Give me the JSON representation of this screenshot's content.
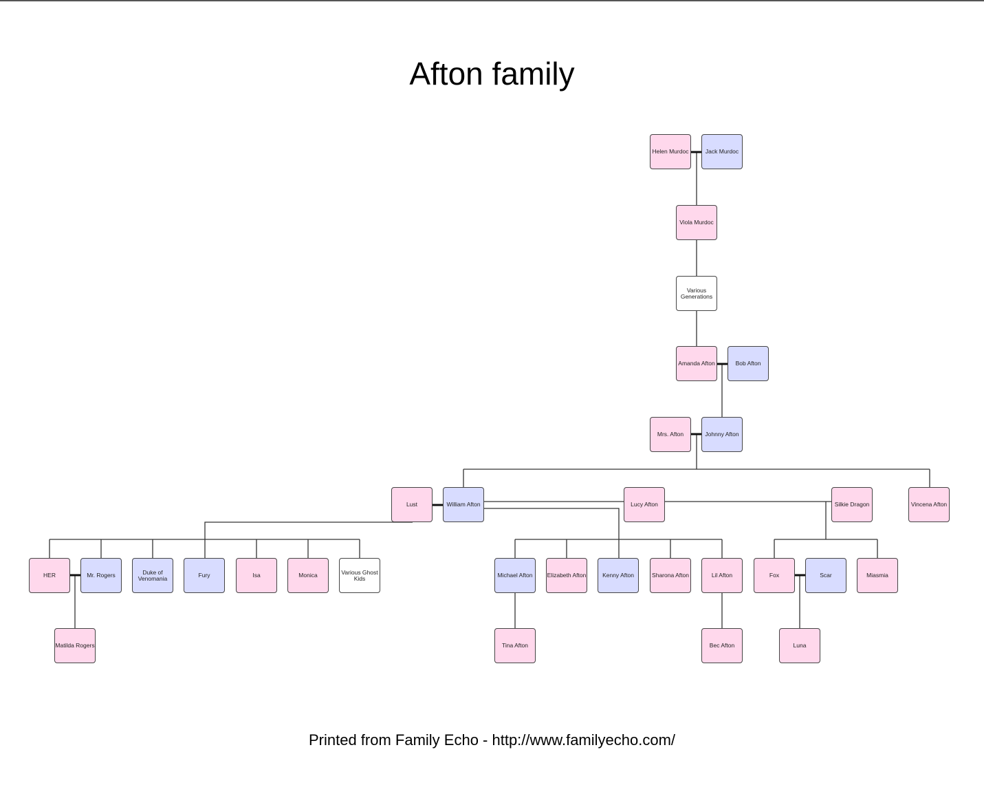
{
  "title": "Afton family",
  "footer": "Printed from Family Echo - http://www.familyecho.com/",
  "colors": {
    "female": "#ffd8ec",
    "male": "#d8dcff",
    "unknown": "#ffffff"
  },
  "people": {
    "helen": "Helen Murdoc",
    "jack": "Jack Murdoc",
    "viola": "Viola Murdoc",
    "various_gen": "Various Generations",
    "amanda": "Amanda Afton",
    "bob": "Bob Afton",
    "mrs_afton": "Mrs. Afton",
    "johnny": "Johnny Afton",
    "lust": "Lust",
    "william": "William Afton",
    "lucy": "Lucy Afton",
    "silkie": "Silkie Dragon",
    "vincena": "Vincena Afton",
    "her": "HER",
    "mr_rogers": "Mr. Rogers",
    "duke": "Duke of Venomania",
    "fury": "Fury",
    "isa": "Isa",
    "monica": "Monica",
    "ghost_kids": "Various Ghost Kids",
    "michael": "Michael Afton",
    "elizabeth": "Elizabeth Afton",
    "kenny": "Kenny Afton",
    "sharona": "Sharona Afton",
    "lil": "Lil Afton",
    "fox": "Fox",
    "scar": "Scar",
    "miasmia": "Miasmia",
    "matilda": "Matilda Rogers",
    "tina": "Tina Afton",
    "bec": "Bec Afton",
    "luna": "Luna"
  }
}
